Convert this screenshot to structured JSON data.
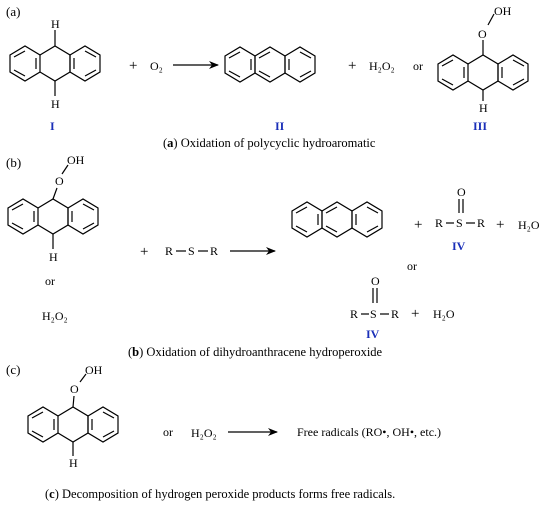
{
  "panels": {
    "a": {
      "tag": "(a)",
      "atoms": {
        "h_top": "H",
        "h_bottom": "H",
        "o2_mol": "O₂",
        "h2o2": "H₂O₂",
        "iii_o": "O",
        "iii_oh": "OH",
        "iii_h": "H"
      },
      "plus": "+",
      "or_word": "or",
      "labels": {
        "I": "I",
        "II": "II",
        "III": "III"
      },
      "caption_letter": "a",
      "caption_text": " Oxidation of polycyclic hydroaromatic"
    },
    "b": {
      "tag": "(b)",
      "atoms": {
        "o": "O",
        "oh": "OH",
        "h": "H",
        "r1": "R",
        "s": "S",
        "r2": "R",
        "h2o2": "H₂O₂",
        "h2o": "H₂O",
        "o_sulfoxide": "O"
      },
      "plus": "+",
      "or_word": "or",
      "labels": {
        "IV": "IV"
      },
      "caption_letter": "b",
      "caption_text": " Oxidation of dihydroanthracene hydroperoxide"
    },
    "c": {
      "tag": "(c)",
      "atoms": {
        "o": "O",
        "oh": "OH",
        "h": "H",
        "h2o2": "H₂O₂"
      },
      "or_word": "or",
      "products": "Free radicals (RO•, OH•, etc.)",
      "caption_letter": "c",
      "caption_text": " Decomposition of hydrogen peroxide products forms free radicals."
    }
  }
}
